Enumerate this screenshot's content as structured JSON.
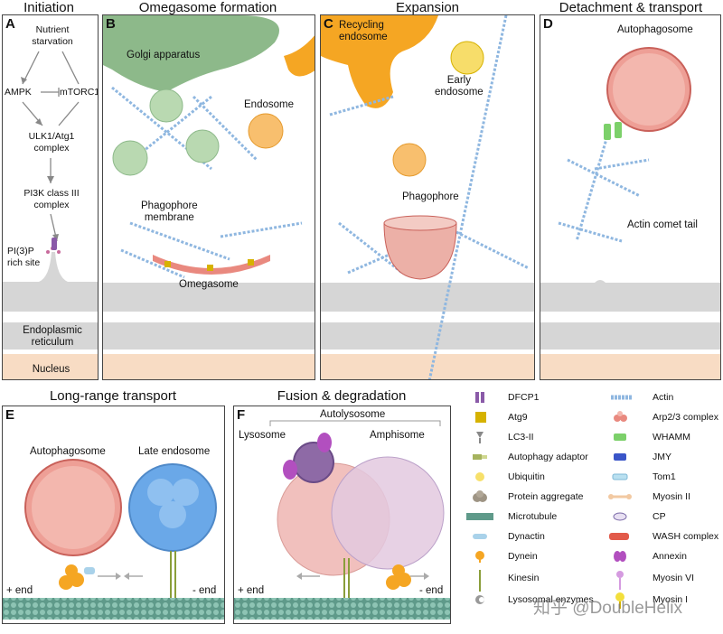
{
  "headers": {
    "initiation": "Initiation",
    "omegasome": "Omegasome formation",
    "expansion": "Expansion",
    "detachment": "Detachment & transport",
    "long_range": "Long-range transport",
    "fusion": "Fusion & degradation"
  },
  "panel_letters": {
    "a": "A",
    "b": "B",
    "c": "C",
    "d": "D",
    "e": "E",
    "f": "F"
  },
  "panel_a": {
    "nutrient": "Nutrient\nstarvation",
    "ampk": "AMPK",
    "mtorc1": "mTORC1",
    "ulk1": "ULK1/Atg1\ncomplex",
    "pi3k": "PI3K class III\ncomplex",
    "pi3p": "PI(3)P\nrich site",
    "er": "Endoplasmic\nreticulum",
    "nucleus": "Nucleus"
  },
  "panel_b": {
    "golgi": "Golgi apparatus",
    "endosome": "Endosome",
    "phagophore_membrane": "Phagophore\nmembrane",
    "omegasome": "Omegasome"
  },
  "panel_c": {
    "recycling": "Recycling\nendosome",
    "early": "Early\nendosome",
    "phagophore": "Phagophore"
  },
  "panel_d": {
    "autophagosome": "Autophagosome",
    "comet": "Actin comet tail"
  },
  "panel_e": {
    "autophagosome": "Autophagosome",
    "late_endosome": "Late endosome",
    "plus_end": "+ end",
    "minus_end": "- end"
  },
  "panel_f": {
    "autolysosome": "Autolysosome",
    "lysosome": "Lysosome",
    "amphisome": "Amphisome",
    "plus_end": "+ end",
    "minus_end": "- end"
  },
  "legend_left": [
    "DFCP1",
    "Atg9",
    "LC3-II",
    "Autophagy adaptor",
    "Ubiquitin",
    "Protein aggregate",
    "Microtubule",
    "Dynactin",
    "Dynein",
    "Kinesin",
    "Lysosomal enzymes"
  ],
  "legend_right": [
    "Actin",
    "Arp2/3 complex",
    "WHAMM",
    "JMY",
    "Tom1",
    "Myosin II",
    "CP",
    "WASH complex",
    "Annexin",
    "Myosin VI",
    "Myosin I"
  ],
  "watermark": "知乎 @DoubleHelix",
  "colors": {
    "er": "#d6d6d6",
    "nucleus": "#f8dcc4",
    "golgi": "#8db98a",
    "endosome_orange": "#f5a623",
    "autophagosome": "#e9897f",
    "late_endosome": "#6aa8e8",
    "actin": "#8fb7e0",
    "microtubule": "#5f9a8a"
  }
}
